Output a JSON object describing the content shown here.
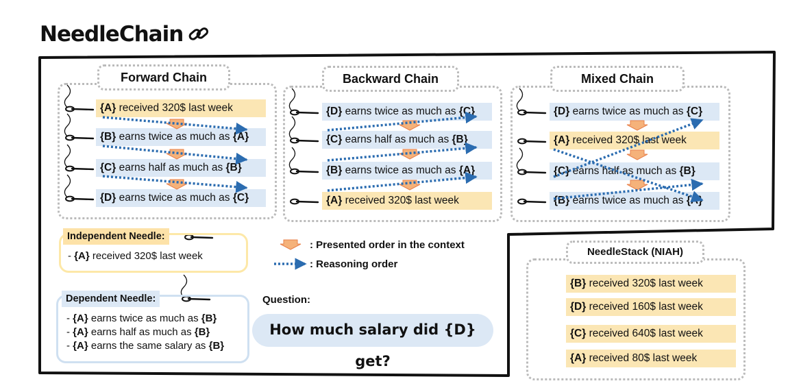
{
  "title": "NeedleChain",
  "forward": {
    "title": "Forward Chain",
    "rows": [
      {
        "var": "{A}",
        "text": " received 320$ last week",
        "end": ""
      },
      {
        "var": "{B}",
        "text": " earns twice as much as ",
        "end": "{A}"
      },
      {
        "var": "{C}",
        "text": " earns half as much as ",
        "end": "{B}"
      },
      {
        "var": "{D}",
        "text": " earns twice as much as ",
        "end": "{C}"
      }
    ]
  },
  "backward": {
    "title": "Backward Chain",
    "rows": [
      {
        "var": "{D}",
        "text": " earns twice as much as ",
        "end": "{C}"
      },
      {
        "var": "{C}",
        "text": " earns half as much as ",
        "end": "{B}"
      },
      {
        "var": "{B}",
        "text": " earns twice as much as ",
        "end": "{A}"
      },
      {
        "var": "{A}",
        "text": " received 320$ last week",
        "end": ""
      }
    ]
  },
  "mixed": {
    "title": "Mixed Chain",
    "rows": [
      {
        "var": "{D}",
        "text": " earns twice as much as ",
        "end": "{C}"
      },
      {
        "var": "{A}",
        "text": " received 320$ last week",
        "end": ""
      },
      {
        "var": "{C}",
        "text": " earns half as much as ",
        "end": "{B}"
      },
      {
        "var": "{B}",
        "text": " earns twice as much as ",
        "end": "{A}"
      }
    ]
  },
  "independent": {
    "label": "Independent Needle:",
    "item_prefix": "- ",
    "item_var": "{A}",
    "item_text": " received 320$ last week"
  },
  "dependent": {
    "label": "Dependent Needle:",
    "items": [
      {
        "prefix": "- ",
        "var": "{A}",
        "text": " earns twice as much as ",
        "end": "{B}"
      },
      {
        "prefix": "- ",
        "var": "{A}",
        "text": " earns half as much as ",
        "end": "{B}"
      },
      {
        "prefix": "- ",
        "var": "{A}",
        "text": " earns the same salary as ",
        "end": "{B}"
      }
    ]
  },
  "legend": {
    "presented": ": Presented order in the context",
    "reasoning": ": Reasoning order"
  },
  "question": {
    "label": "Question:",
    "text": "How much salary did {D} get?"
  },
  "niah": {
    "title": "NeedleStack (NIAH)",
    "rows": [
      {
        "var": "{B}",
        "text": " received 320$ last week"
      },
      {
        "var": "{D}",
        "text": " received 160$ last week"
      },
      {
        "var": "{C}",
        "text": " received 640$ last week"
      },
      {
        "var": "{A}",
        "text": " received 80$ last week"
      }
    ]
  },
  "colors": {
    "yellow": "#fbe6b4",
    "blue": "#dce8f5",
    "arrow_orange": "#f0a070",
    "arrow_blue": "#2b6cb0"
  }
}
